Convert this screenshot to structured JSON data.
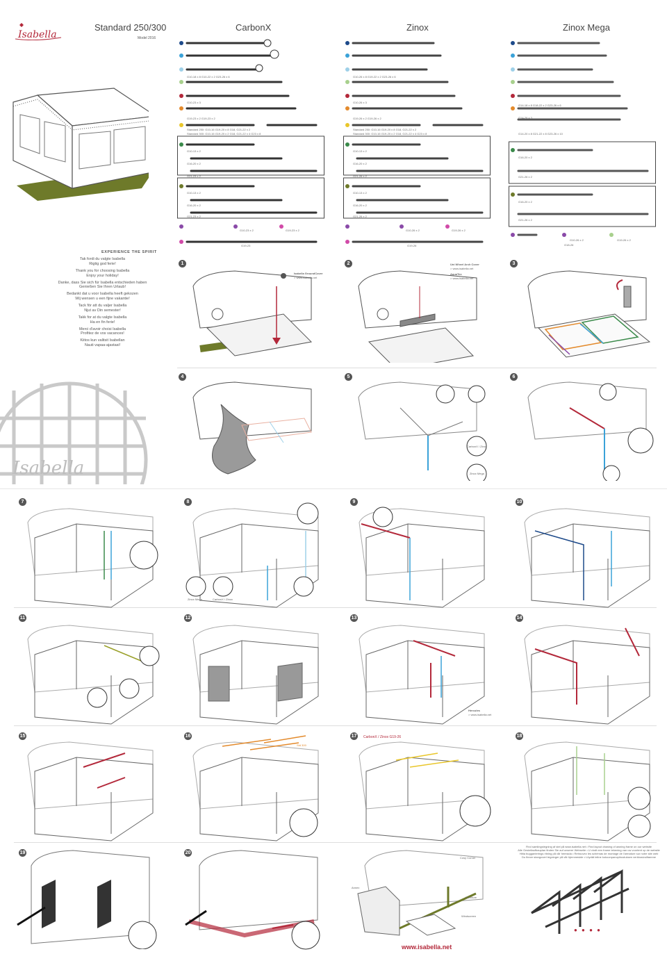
{
  "header": {
    "brand": "Isabella",
    "columns": [
      "Standard 250/300",
      "CarbonX",
      "Zinox",
      "Zinox Mega"
    ],
    "model_note": "Model 2016"
  },
  "slogan": "EXPERIENCE THE SPIRIT",
  "thanks": [
    [
      "Tak fordi du valgte Isabella",
      "Rigtig god ferie!"
    ],
    [
      "Thank you for choosing Isabella",
      "Enjoy your holiday!"
    ],
    [
      "Danke, dass Sie sich für Isabella entschieden haben",
      "Genießen Sie Ihren Urlaub!"
    ],
    [
      "Bedankt dat u voor Isabella heeft gekozen",
      "Wij wensen u een fijne vakantie!"
    ],
    [
      "Tack för att du valjer Isabella",
      "Njut av Din semester!"
    ],
    [
      "Takk for at du valgte Isabella",
      "Ha en fin ferie!"
    ],
    [
      "Merci d'avoir choisi Isabella",
      "Profitez de vos vacances!"
    ],
    [
      "Kiitos kun valitsit Isabellan",
      "Nauti vapaa-ajastasi!"
    ]
  ],
  "parts": {
    "carbonx": {
      "rows": [
        "G10-18 x 8   G10-22 x 2   G23-26 x 6",
        "G10-23 x 3",
        "Standard 250: G10-16  G19-20 x 8   G18, G21-22 x 2",
        "Standard 300: G10-16  G19-20 x 2   G18, G21-22 x 4   G23 x 8",
        "G19-23 x 2   G19-23 x 2"
      ],
      "box1": [
        "G10-13 x 2",
        "G16-20 x 2",
        "G21-23 x 2"
      ],
      "box2": [
        "G10-13 x 2",
        "G16-20 x 2",
        "G21-23 x 2"
      ],
      "bottom": [
        "G10-23 x 2",
        "G19-23 x 2",
        "G19-23"
      ]
    },
    "zinox": {
      "rows": [
        "G10-26 x 8   G19-22 x 2   G23-26 x 6",
        "G10-26 x 3",
        "Standard 250: G10-16  G19-20 x 8   G18, G21-22 x 2",
        "Standard 300: G10-16  G19-20 x 2   G18, G21-22 x 4   G23 x 8",
        "G19-26 x 2   G19-26 x 2"
      ],
      "box1": [
        "G10-13 x 2",
        "G16-20 x 2",
        "G21-26 x 2"
      ],
      "box2": [
        "G10-13 x 2",
        "G16-20 x 2",
        "G21-26 x 2"
      ],
      "bottom": [
        "G10-26 x 2",
        "G19-26 x 2",
        "G19-26"
      ]
    },
    "mega": {
      "rows": [
        "G14-18 x 8   G18-22 x 2   G23-26 x 6",
        "G14-26 x 3",
        "G14-20 x 8   G21-22 x 8   G23-26 x 10"
      ],
      "box1": [
        "G16-20 x 2",
        "G21-26 x 2"
      ],
      "box2": [
        "G16-20 x 2",
        "G21-26 x 2"
      ],
      "bottom": [
        "G10-26 x 2",
        "G19-26 x 2",
        "G18-26"
      ]
    }
  },
  "callouts": {
    "s1": "Isabella GroundCover",
    "s1_sub": "> www.isabella.net",
    "s2a": "Uni Wheel Arch Cover",
    "s2a_sub": "> www.isabella.net",
    "s2b": "AquaTex",
    "s2b_sub": "> www.isabella.net",
    "s5a": "CarbonX / Zinox",
    "s5b": "Zinox Mega",
    "s8a": "Zinox Mega",
    "s8b": "CarbonX / Zinox",
    "s13": "Hercules",
    "s13_sub": "> www.isabella.net",
    "s16": "Std 300",
    "s17": "CarbonX / Zinox G19-26",
    "acc_cosy": "Cosy Corner",
    "acc_annex": "Annex",
    "acc_furniture": "Furniture",
    "acc_windscreen": "Windscreen",
    "website": "www.isabella.net"
  },
  "steps_top": [
    "1",
    "2",
    "3",
    "4",
    "5",
    "6"
  ],
  "steps_bottom": [
    "7",
    "8",
    "9",
    "10",
    "11",
    "12",
    "13",
    "14",
    "15",
    "16",
    "17",
    "18",
    "19",
    "20"
  ],
  "final_note": [
    "Find samlingstegning af stel på www.isabella.net • Find layout drawing of awning frame on our website",
    "Alle Gestellaufbauplan finden Sie auf unserer Webseite • U vindt een frame tekening van uw voortent op de website",
    "Hitta bugganterings ritning på vår hemsida • Retrouvez les schémas de montage de l'armature sur notre site web",
    "Du finner stangoverl tegninger på vår hjemmeside • Löydät teline kokoonpanopiirustuksen verkkosivuiltamme"
  ],
  "colors": {
    "brand_red": "#b3283a",
    "olive": "#6e7a2a",
    "blue": "#3aa2d8",
    "orange": "#e38a2c",
    "yellow": "#e9c62a",
    "green": "#3a8a4a",
    "purple": "#8a4aa8",
    "pink": "#d14aa8",
    "lightblue": "#9ed0e8",
    "lightgreen": "#a8d08d",
    "navy": "#1d4a8a",
    "teal": "#36a0a8"
  }
}
